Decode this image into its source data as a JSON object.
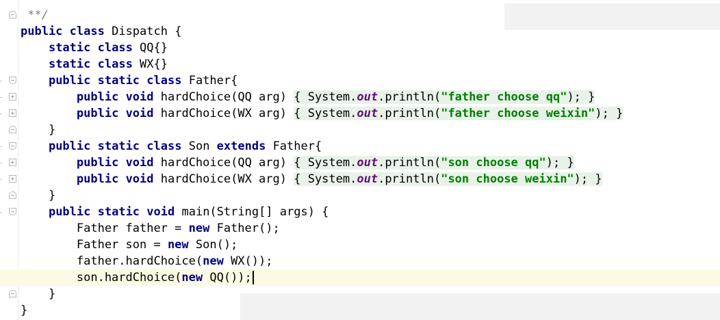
{
  "editor": {
    "lines": [
      {
        "tokens": [
          {
            "t": " **/",
            "c": "cmt"
          }
        ]
      },
      {
        "tokens": [
          {
            "t": "public",
            "c": "kw"
          },
          {
            "t": " "
          },
          {
            "t": "class",
            "c": "kw"
          },
          {
            "t": " Dispatch {"
          }
        ]
      },
      {
        "tokens": [
          {
            "t": "    "
          },
          {
            "t": "static",
            "c": "kw"
          },
          {
            "t": " "
          },
          {
            "t": "class",
            "c": "kw"
          },
          {
            "t": " QQ{}"
          }
        ]
      },
      {
        "tokens": [
          {
            "t": "    "
          },
          {
            "t": "static",
            "c": "kw"
          },
          {
            "t": " "
          },
          {
            "t": "class",
            "c": "kw"
          },
          {
            "t": " WX{}"
          }
        ]
      },
      {
        "tokens": [
          {
            "t": "    "
          },
          {
            "t": "public",
            "c": "kw"
          },
          {
            "t": " "
          },
          {
            "t": "static",
            "c": "kw"
          },
          {
            "t": " "
          },
          {
            "t": "class",
            "c": "kw"
          },
          {
            "t": " Father{"
          }
        ]
      },
      {
        "tokens": [
          {
            "t": "        "
          },
          {
            "t": "public",
            "c": "kw"
          },
          {
            "t": " "
          },
          {
            "t": "void",
            "c": "kw"
          },
          {
            "t": " hardChoice(QQ arg) "
          },
          {
            "t": "{",
            "c": "fold"
          },
          {
            "t": " System.",
            "c": "fold"
          },
          {
            "t": "out",
            "c": "fld fold"
          },
          {
            "t": ".println(",
            "c": "fold"
          },
          {
            "t": "\"father choose qq\"",
            "c": "str fold"
          },
          {
            "t": "); ",
            "c": "fold"
          },
          {
            "t": "}",
            "c": "fold"
          }
        ]
      },
      {
        "tokens": [
          {
            "t": "        "
          },
          {
            "t": "public",
            "c": "kw"
          },
          {
            "t": " "
          },
          {
            "t": "void",
            "c": "kw"
          },
          {
            "t": " hardChoice(WX arg) "
          },
          {
            "t": "{",
            "c": "fold"
          },
          {
            "t": " System.",
            "c": "fold"
          },
          {
            "t": "out",
            "c": "fld fold"
          },
          {
            "t": ".println(",
            "c": "fold"
          },
          {
            "t": "\"father choose weixin\"",
            "c": "str fold"
          },
          {
            "t": "); ",
            "c": "fold"
          },
          {
            "t": "}",
            "c": "fold"
          }
        ]
      },
      {
        "tokens": [
          {
            "t": "    }"
          }
        ]
      },
      {
        "tokens": [
          {
            "t": "    "
          },
          {
            "t": "public",
            "c": "kw"
          },
          {
            "t": " "
          },
          {
            "t": "static",
            "c": "kw"
          },
          {
            "t": " "
          },
          {
            "t": "class",
            "c": "kw"
          },
          {
            "t": " Son "
          },
          {
            "t": "extends",
            "c": "kw"
          },
          {
            "t": " Father{"
          }
        ]
      },
      {
        "tokens": [
          {
            "t": "        "
          },
          {
            "t": "public",
            "c": "kw"
          },
          {
            "t": " "
          },
          {
            "t": "void",
            "c": "kw"
          },
          {
            "t": " hardChoice(QQ arg) "
          },
          {
            "t": "{",
            "c": "fold"
          },
          {
            "t": " System.",
            "c": "fold"
          },
          {
            "t": "out",
            "c": "fld fold"
          },
          {
            "t": ".println(",
            "c": "fold"
          },
          {
            "t": "\"son choose qq\"",
            "c": "str fold"
          },
          {
            "t": "); ",
            "c": "fold"
          },
          {
            "t": "}",
            "c": "fold"
          }
        ]
      },
      {
        "tokens": [
          {
            "t": "        "
          },
          {
            "t": "public",
            "c": "kw"
          },
          {
            "t": " "
          },
          {
            "t": "void",
            "c": "kw"
          },
          {
            "t": " hardChoice(WX arg) "
          },
          {
            "t": "{",
            "c": "fold"
          },
          {
            "t": " System.",
            "c": "fold"
          },
          {
            "t": "out",
            "c": "fld fold"
          },
          {
            "t": ".println(",
            "c": "fold"
          },
          {
            "t": "\"son choose weixin\"",
            "c": "str fold"
          },
          {
            "t": "); ",
            "c": "fold"
          },
          {
            "t": "}",
            "c": "fold"
          }
        ]
      },
      {
        "tokens": [
          {
            "t": "    }"
          }
        ]
      },
      {
        "tokens": [
          {
            "t": "    "
          },
          {
            "t": "public",
            "c": "kw"
          },
          {
            "t": " "
          },
          {
            "t": "static",
            "c": "kw"
          },
          {
            "t": " "
          },
          {
            "t": "void",
            "c": "kw"
          },
          {
            "t": " main(String[] args) {"
          }
        ]
      },
      {
        "tokens": [
          {
            "t": "        Father father = "
          },
          {
            "t": "new",
            "c": "kw"
          },
          {
            "t": " Father();"
          }
        ]
      },
      {
        "tokens": [
          {
            "t": "        Father son = "
          },
          {
            "t": "new",
            "c": "kw"
          },
          {
            "t": " Son();"
          }
        ]
      },
      {
        "tokens": [
          {
            "t": "        father.hardChoice("
          },
          {
            "t": "new",
            "c": "kw"
          },
          {
            "t": " WX());"
          }
        ]
      },
      {
        "tokens": [
          {
            "t": "        son.hardChoice("
          },
          {
            "t": "new",
            "c": "kw"
          },
          {
            "t": " QQ());"
          }
        ],
        "current": true
      },
      {
        "tokens": [
          {
            "t": "    }"
          }
        ]
      },
      {
        "tokens": [
          {
            "t": "}"
          }
        ]
      }
    ],
    "fold_markers": [
      {
        "line": 0,
        "kind": "close"
      },
      {
        "line": 4,
        "kind": "open"
      },
      {
        "line": 5,
        "kind": "plus"
      },
      {
        "line": 6,
        "kind": "plus"
      },
      {
        "line": 7,
        "kind": "close"
      },
      {
        "line": 8,
        "kind": "open"
      },
      {
        "line": 9,
        "kind": "plus"
      },
      {
        "line": 10,
        "kind": "plus"
      },
      {
        "line": 11,
        "kind": "close"
      },
      {
        "line": 12,
        "kind": "open"
      },
      {
        "line": 17,
        "kind": "close"
      }
    ],
    "colors": {
      "keyword": "#000080",
      "string": "#008000",
      "static_field": "#660e7a",
      "comment": "#808080",
      "current_line": "#fcfae4",
      "folded_region": "#e8f2e8"
    }
  }
}
